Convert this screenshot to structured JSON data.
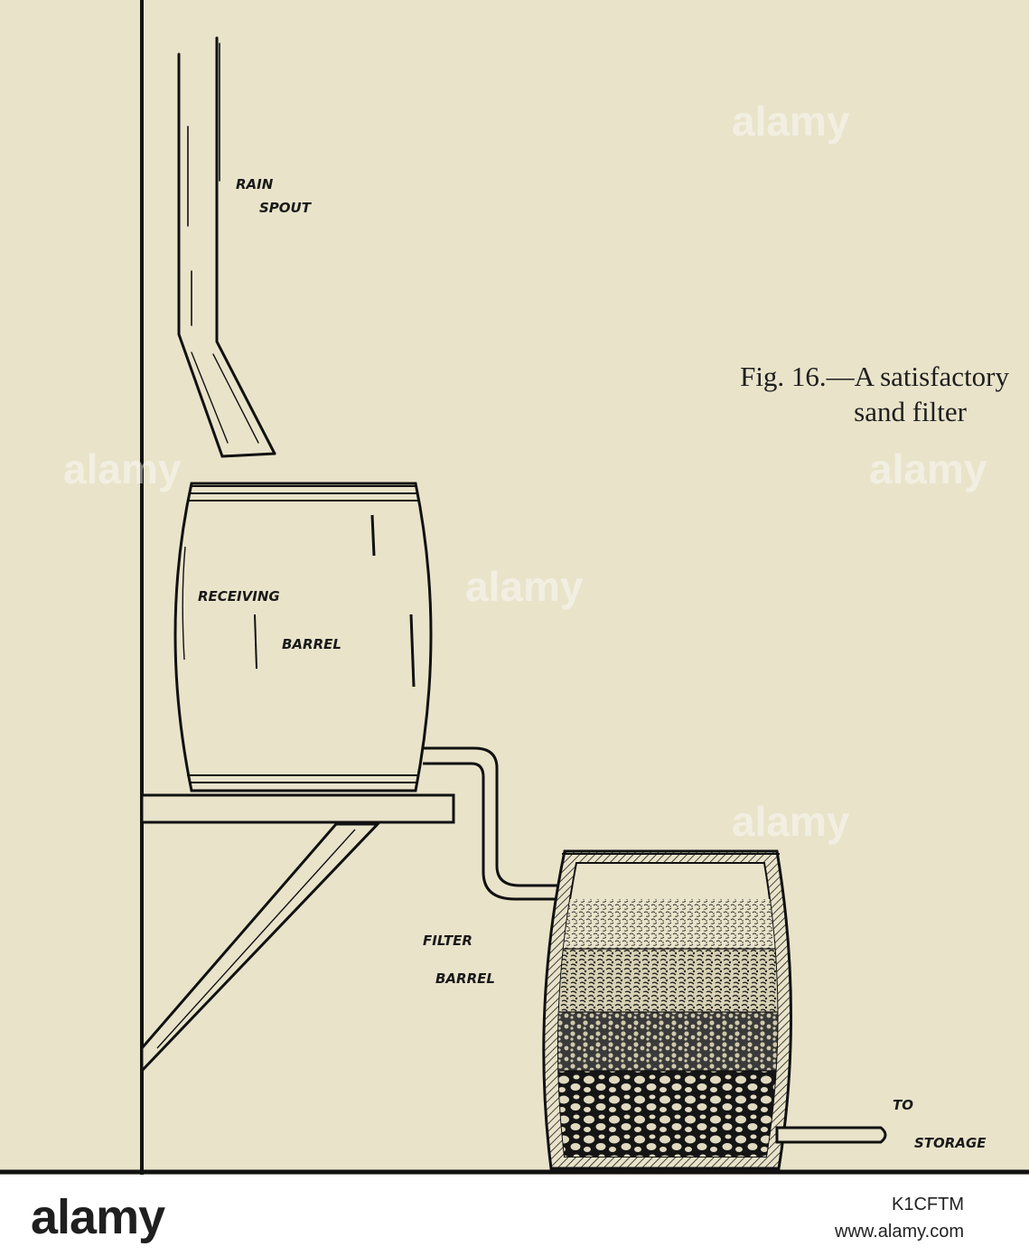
{
  "caption": {
    "line1": "Fig. 16.—A satisfactory",
    "line2": "sand filter"
  },
  "labels": {
    "rain": "RAIN",
    "spout": "SPOUT",
    "receiving": "RECEIVING",
    "barrel1": "BARREL",
    "filter": "FILTER",
    "barrel2": "BARREL",
    "to": "TO",
    "storage": "STORAGE"
  },
  "watermark": {
    "brand": "alamy",
    "code": "K1CFTM",
    "site": "www.alamy.com"
  },
  "colors": {
    "paper": "#e9e3ca",
    "ink": "#1a1a1a",
    "footer": "#ffffff"
  }
}
